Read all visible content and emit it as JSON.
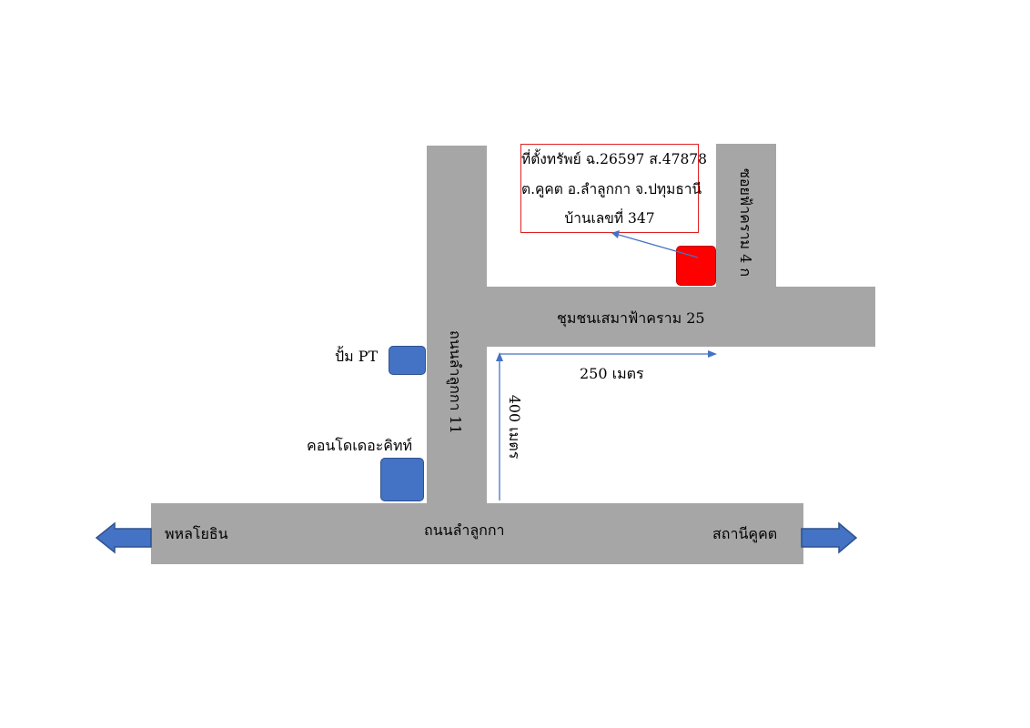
{
  "roads": {
    "main_road": "ถนนลำลูกกา",
    "lamlukka_11": "ถนนลำลูกกา 11",
    "community_25": "ชุมชนเสมาฟ้าคราม 25",
    "soi_fakhram_4": "ซอยฟ้าคราม 4 ก"
  },
  "directions": {
    "west": "พหลโยธิน",
    "east": "สถานีคูคต"
  },
  "landmarks": {
    "pt_station": "ปั้ม PT",
    "condo": "คอนโดเดอะคิทท์"
  },
  "distances": {
    "east": "250 เมตร",
    "north": "400 เมตร"
  },
  "property": {
    "line1": "ที่ตั้งทรัพย์ ฉ.26597 ส.47878",
    "line2": "ต.คูคต อ.ลำลูกกา จ.ปทุมธานี",
    "line3": "บ้านเลขที่ 347"
  },
  "colors": {
    "road": "#a6a6a6",
    "landmark_marker": "#4472c4",
    "property_marker": "#ff0000",
    "arrow": "#4472c4",
    "infobox_border": "#e02020"
  }
}
